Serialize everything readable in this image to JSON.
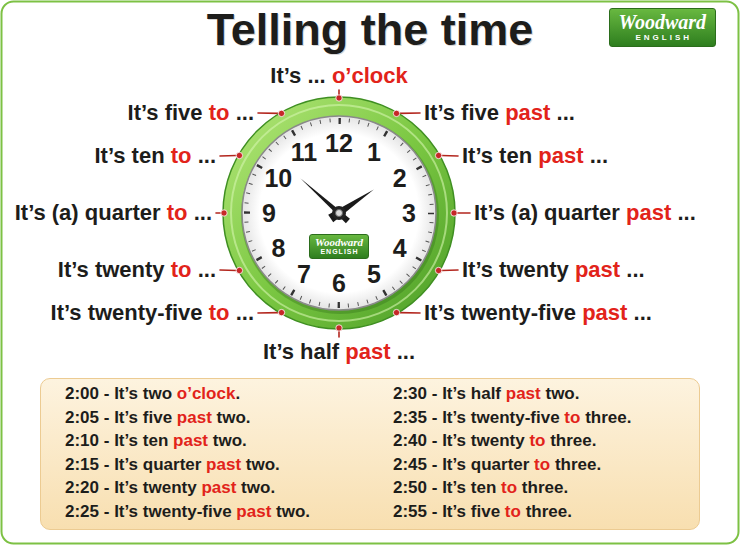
{
  "diagram": {
    "title": "Telling the time",
    "nodes": [
      {
        "text": [
          "Woodward",
          "ENGLISH"
        ]
      },
      {
        "text": [
          "12",
          "1",
          "2",
          "3",
          "4",
          "5",
          "6",
          "7",
          "8",
          "9",
          "10",
          "11"
        ]
      },
      {
        "text": [
          "Woodward",
          "ENGLISH"
        ],
        "in": 1
      },
      {
        "text": [
          "2:00 - It’s two",
          "o’clock",
          ".",
          "2:05 - It’s five",
          "past",
          "two.",
          "2:10 - It’s ten",
          "past",
          "two.",
          "2:15 - It’s quarter",
          "past",
          "two.",
          "2:20 - It’s twenty",
          "past",
          "two.",
          "2:25 - It’s twenty-five",
          "past",
          "two.",
          "2:30 - It’s half",
          "past",
          "two.",
          "2:35 - It’s twenty-five",
          "to",
          "three.",
          "2:40 - It’s twenty",
          "to",
          "three.",
          "2:45 - It’s quarter",
          "to",
          "three.",
          "2:50 - It’s ten",
          "to",
          "three.",
          "2:55 - It’s five",
          "to",
          "three."
        ]
      }
    ],
    "labels": [
      "It’s ...",
      "o’clock",
      "It’s five",
      "to",
      "...",
      "It’s five",
      "past",
      "...",
      "It’s ten",
      "to",
      "...",
      "It’s ten",
      "past",
      "...",
      "It’s (a) quarter",
      "to",
      "...",
      "It’s (a) quarter",
      "past",
      "...",
      "It’s twenty",
      "to",
      "...",
      "It’s twenty",
      "past",
      "...",
      "It’s twenty-five",
      "to",
      "...",
      "It’s twenty-five",
      "past",
      "...",
      "It’s half",
      "past",
      "..."
    ]
  }
}
